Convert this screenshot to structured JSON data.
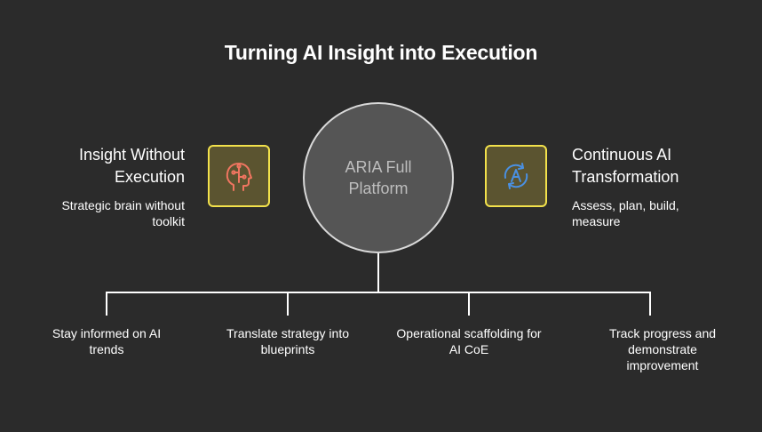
{
  "title": "Turning AI Insight into Execution",
  "hub": {
    "label": "ARIA Full Platform"
  },
  "left": {
    "heading": "Insight Without Execution",
    "description": "Strategic brain without toolkit",
    "icon": "brain-head-icon"
  },
  "right": {
    "heading": "Continuous AI Transformation",
    "description": "Assess, plan, build, measure",
    "icon": "ai-cycle-icon"
  },
  "branches": [
    {
      "label": "Stay informed on AI trends"
    },
    {
      "label": "Translate strategy into blueprints"
    },
    {
      "label": "Operational scaffolding for AI CoE"
    },
    {
      "label": "Track progress and demonstrate improvement"
    }
  ],
  "colors": {
    "background": "#2b2b2b",
    "hub_fill": "#555555",
    "hub_border": "#d9d9d9",
    "icon_border": "#f2e14b",
    "icon_fill": "#5b5430",
    "left_icon_stroke": "#f07560",
    "right_icon_stroke": "#4a90e2",
    "connector": "#ffffff"
  }
}
